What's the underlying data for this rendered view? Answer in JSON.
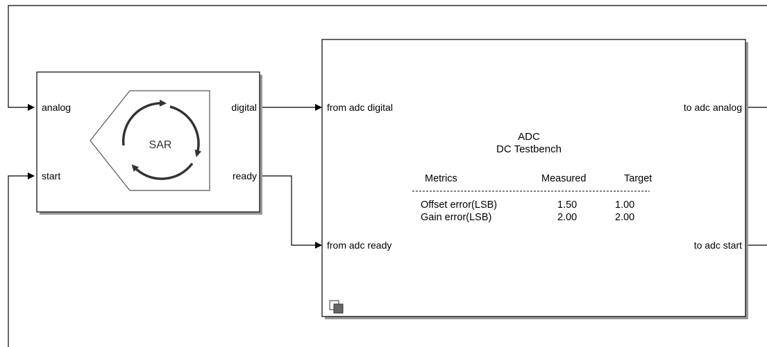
{
  "sar_block": {
    "ports_in": [
      "analog",
      "start"
    ],
    "ports_out": [
      "digital",
      "ready"
    ],
    "icon_label": "SAR"
  },
  "testbench_block": {
    "ports_in": [
      "from adc digital",
      "from adc ready"
    ],
    "ports_out": [
      "to adc analog",
      "to adc start"
    ],
    "title_line1": "ADC",
    "title_line2": "DC Testbench",
    "metrics_table": {
      "headers": [
        "Metrics",
        "Measured",
        "Target"
      ],
      "rows": [
        {
          "metric": "Offset error(LSB)",
          "measured": "1.50",
          "target": "1.00"
        },
        {
          "metric": "Gain error(LSB)",
          "measured": "2.00",
          "target": "2.00"
        }
      ]
    }
  },
  "colors": {
    "line": "#000000",
    "block_border": "#000000",
    "shadow": "#9a9a9a",
    "icon": "#333333"
  }
}
